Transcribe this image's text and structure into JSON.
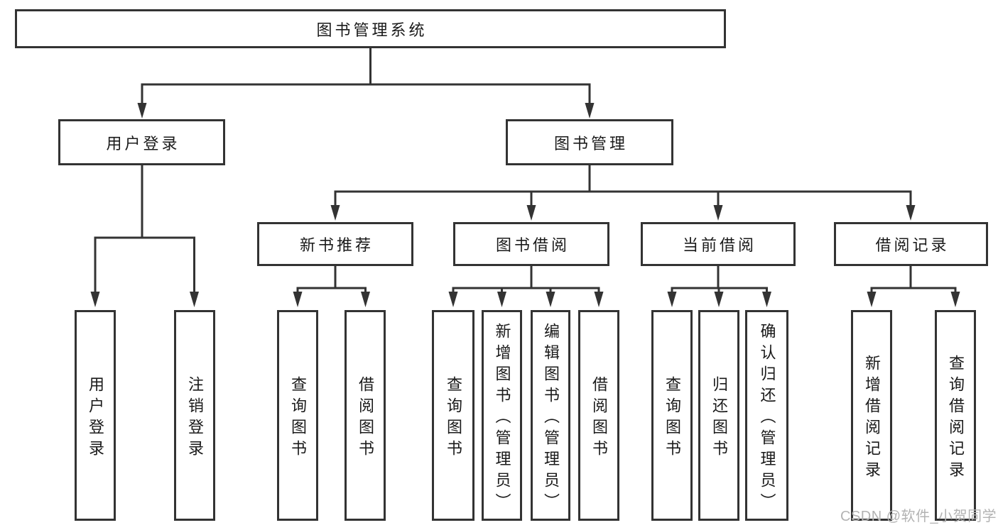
{
  "diagram": {
    "root": {
      "label": "图书管理系统"
    },
    "branches": [
      {
        "label": "用户登录",
        "children": [
          {
            "label": "用户登录"
          },
          {
            "label": "注销登录"
          }
        ]
      },
      {
        "label": "图书管理",
        "modules": [
          {
            "label": "新书推荐",
            "children": [
              {
                "label": "查询图书"
              },
              {
                "label": "借阅图书"
              }
            ]
          },
          {
            "label": "图书借阅",
            "children": [
              {
                "label": "查询图书"
              },
              {
                "label": "新增图书（管理员）"
              },
              {
                "label": "编辑图书（管理员）"
              },
              {
                "label": "借阅图书"
              }
            ]
          },
          {
            "label": "当前借阅",
            "children": [
              {
                "label": "查询图书"
              },
              {
                "label": "归还图书"
              },
              {
                "label": "确认归还（管理员）"
              }
            ]
          },
          {
            "label": "借阅记录",
            "children": [
              {
                "label": "新增借阅记录"
              },
              {
                "label": "查询借阅记录"
              }
            ]
          }
        ]
      }
    ]
  },
  "watermark": "CSDN @软件_小贺同学",
  "colors": {
    "line": "#333333",
    "text": "#1a1a1a",
    "background": "#ffffff",
    "watermark": "#b3b3b3"
  }
}
